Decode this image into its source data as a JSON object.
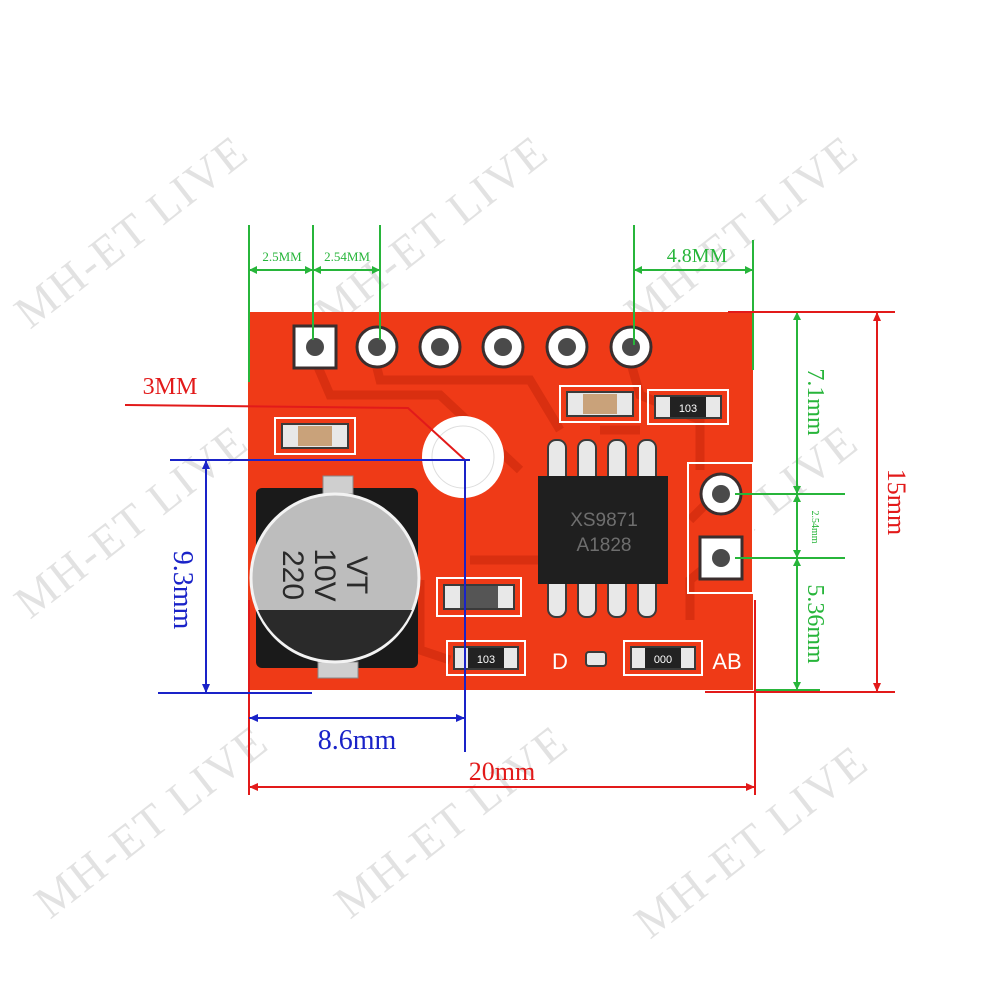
{
  "watermark": "MH-ET LIVE",
  "dimensions": {
    "pin_pitch_1": "2.5MM",
    "pin_pitch_2": "2.54MM",
    "right_offset": "4.8MM",
    "hole_diameter": "3MM",
    "cap_height": "9.3mm",
    "cap_width": "8.6mm",
    "board_width": "20mm",
    "board_height": "15mm",
    "top_to_pin": "7.1mm",
    "pin_spacing": "2.54mm",
    "bottom_to_pin": "5.36mm"
  },
  "components": {
    "capacitor_label_1": "220",
    "capacitor_label_2": "10V",
    "capacitor_label_3": "VT",
    "chip_label_1": "XS9871",
    "chip_label_2": "A1828",
    "resistor_top": "103",
    "resistor_bottom_left": "103",
    "resistor_bottom_right": "000",
    "silk_d": "D",
    "silk_ab": "AB"
  },
  "colors": {
    "board": "#ef3a17",
    "dimension_red": "#e21a1a",
    "dimension_green": "#27b53a",
    "dimension_blue": "#1a23c8"
  }
}
